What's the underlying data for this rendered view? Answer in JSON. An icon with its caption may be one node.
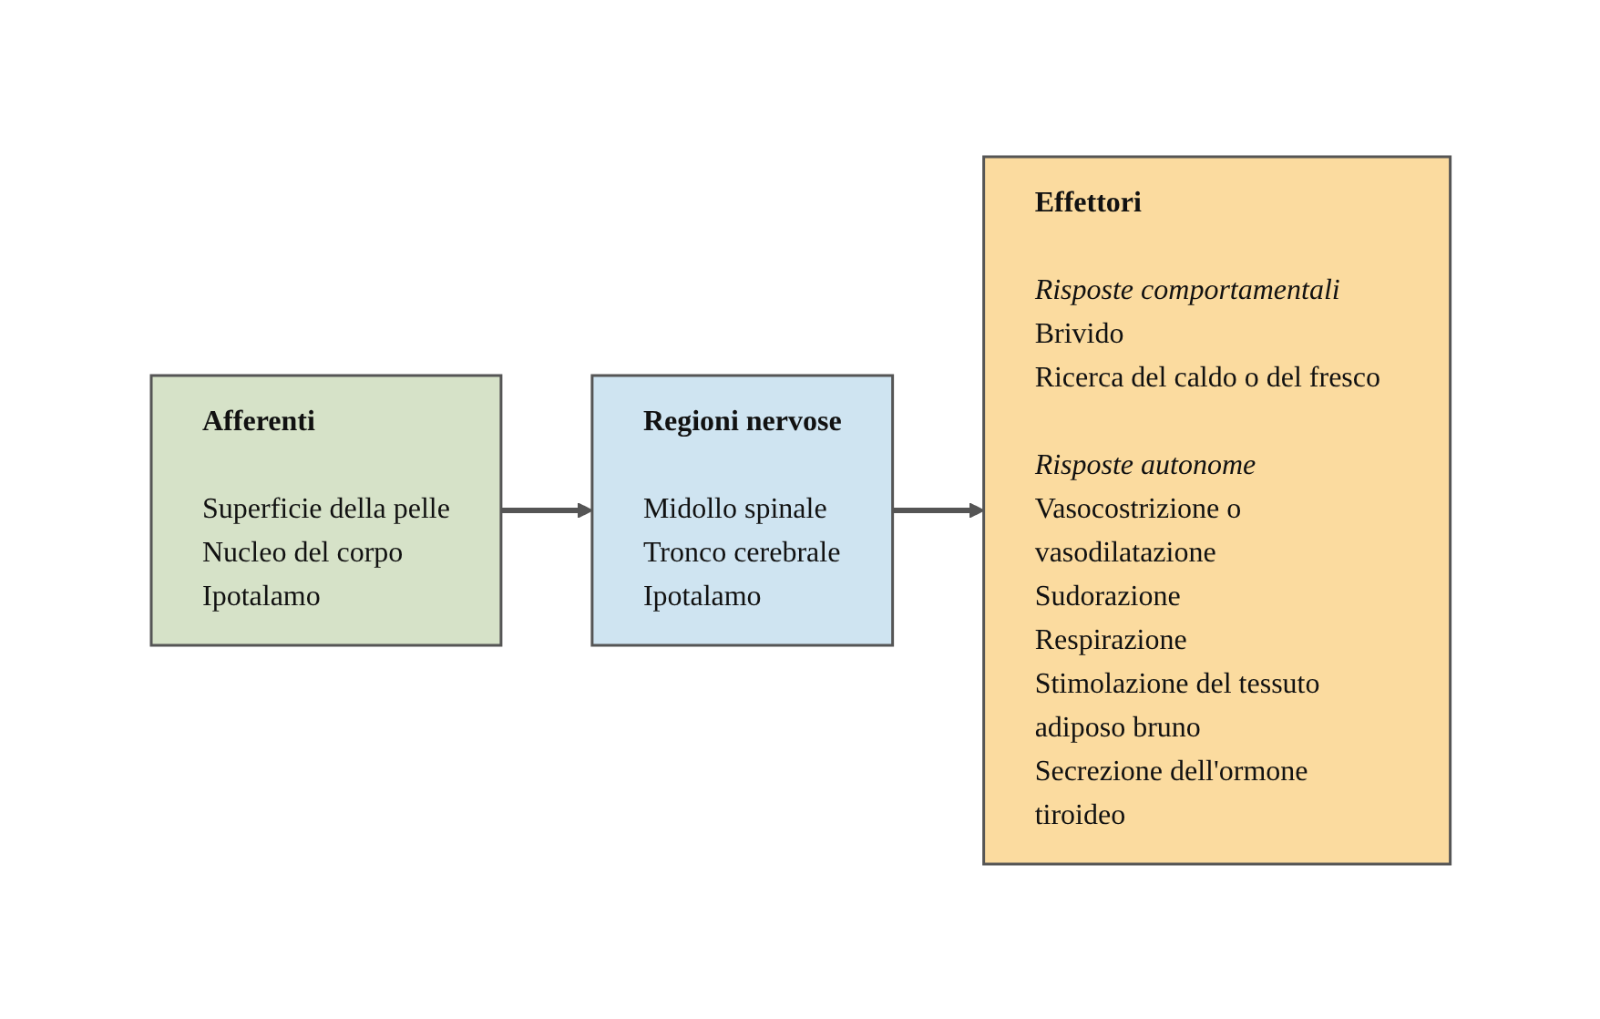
{
  "diagram": {
    "nodes": [
      {
        "text": [
          "Afferenti",
          "Superficie della pelle",
          "Nucleo del corpo",
          "Ipotalamo"
        ]
      },
      {
        "text": [
          "Regioni nervose",
          "Midollo spinale",
          "Tronco cerebrale",
          "Ipotalamo"
        ]
      },
      {
        "text": [
          "Effettori",
          "Risposte comportamentali",
          "Brivido",
          "Ricerca del caldo o del fresco",
          "Risposte autonome",
          "Vasocostrizione o vasodilatazione",
          "Sudorazione",
          "Respirazione",
          "Stimolazione del tessuto adiposo bruno",
          "Secrezione dell'ormone tiroideo"
        ]
      }
    ],
    "edges": [
      {
        "from": 0,
        "to": 1,
        "arrow": "to"
      },
      {
        "from": 1,
        "to": 2,
        "arrow": "to"
      }
    ]
  }
}
